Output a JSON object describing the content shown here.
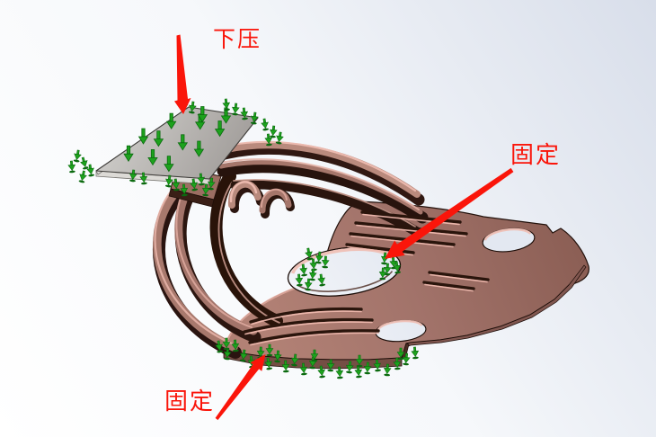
{
  "viewport": {
    "background_top_right": "#d8deea",
    "background_bottom_left": "#ffffff"
  },
  "annotations": {
    "color": "#fa150a",
    "press": {
      "label": "下压"
    },
    "fixed_center": {
      "label": "固定"
    },
    "fixed_bottom_edge": {
      "label": "固定"
    }
  },
  "model": {
    "part_color": "#a2736a",
    "part_highlight_color": "#edb9ae",
    "part_shadow_color": "#2a1410",
    "plate_color": "#b6b4b1",
    "fixture_symbol": "fixture-arrow-icon",
    "fixture_color": "#1da21d",
    "fixture_dark_color": "#0b6a0f",
    "load_symbol": "load-arrow-icon",
    "load_color": "#22a822"
  }
}
